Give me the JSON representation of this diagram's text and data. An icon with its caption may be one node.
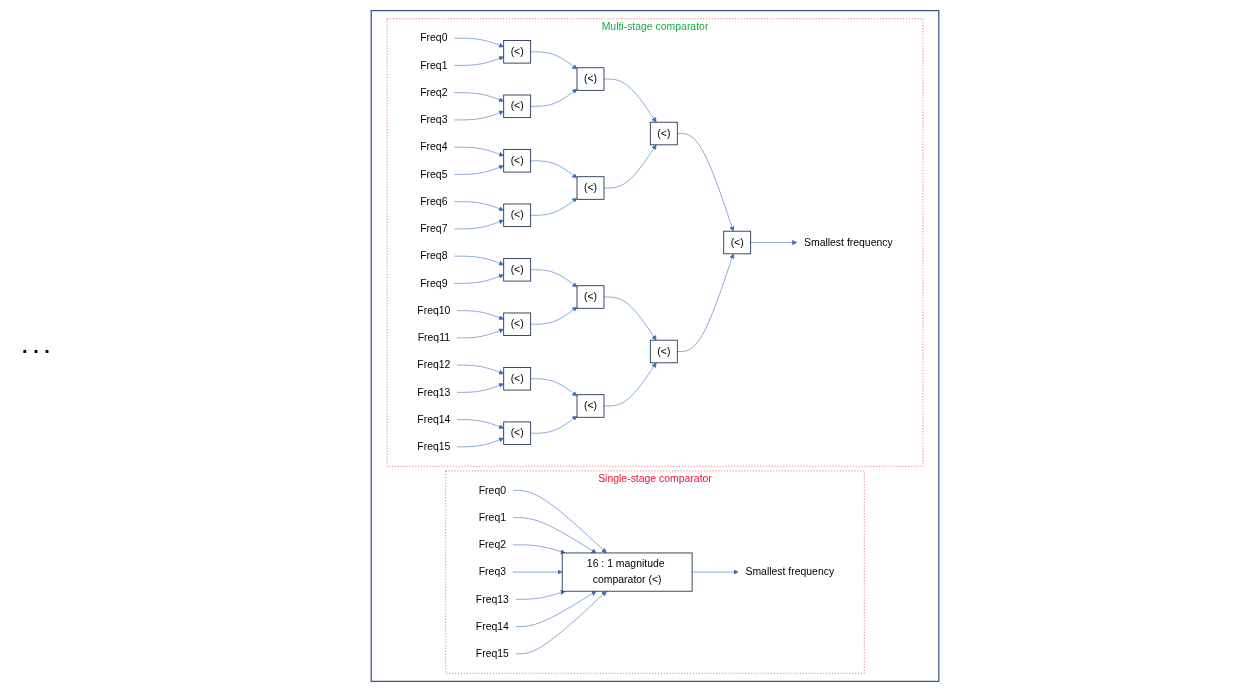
{
  "diagram": {
    "nodes": [
      {
        "text": [],
        "shape": "box"
      },
      {
        "text": [
          "Single-stage comparator"
        ],
        "in": 0
      },
      {
        "text": [
          "Multi-stage comparator"
        ],
        "in": 0
      },
      {
        "text": [
          "Freq0"
        ],
        "in": 1
      },
      {
        "text": [
          "Freq1"
        ],
        "in": 1
      },
      {
        "text": [
          "Freq2"
        ],
        "in": 1
      },
      {
        "text": [
          "Freq3"
        ],
        "in": 1
      },
      {
        "text": [
          "Freq13"
        ],
        "in": 1
      },
      {
        "text": [
          "Freq14"
        ],
        "in": 1
      },
      {
        "text": [
          "Freq15"
        ],
        "in": 1
      },
      {
        "text": [
          "16 : 1 magnitude comparator (<)"
        ],
        "in": 1
      },
      {
        "text": [
          "Smallest frequency"
        ],
        "in": 1
      },
      {
        "text": [
          "Freq0"
        ],
        "in": 2
      },
      {
        "text": [
          "Freq1"
        ],
        "in": 2
      },
      {
        "text": [
          "Freq2"
        ],
        "in": 2
      },
      {
        "text": [
          "Freq3"
        ],
        "in": 2
      },
      {
        "text": [
          "Freq4"
        ],
        "in": 2
      },
      {
        "text": [
          "Freq5"
        ],
        "in": 2
      },
      {
        "text": [
          "Freq6"
        ],
        "in": 2
      },
      {
        "text": [
          "Freq7"
        ],
        "in": 2
      },
      {
        "text": [
          "Freq8"
        ],
        "in": 2
      },
      {
        "text": [
          "Freq9"
        ],
        "in": 2
      },
      {
        "text": [
          "Freq10"
        ],
        "in": 2
      },
      {
        "text": [
          "Freq11"
        ],
        "in": 2
      },
      {
        "text": [
          "Freq12"
        ],
        "in": 2
      },
      {
        "text": [
          "Freq13"
        ],
        "in": 2
      },
      {
        "text": [
          "Freq14"
        ],
        "in": 2
      },
      {
        "text": [
          "Freq15"
        ],
        "in": 2
      },
      {
        "text": [
          "(<)"
        ],
        "in": 2
      },
      {
        "text": [
          "(<)"
        ],
        "in": 2
      },
      {
        "text": [
          "(<)"
        ],
        "in": 2
      },
      {
        "text": [
          "(<)"
        ],
        "in": 2
      },
      {
        "text": [
          "(<)"
        ],
        "in": 2
      },
      {
        "text": [
          "(<)"
        ],
        "in": 2
      },
      {
        "text": [
          "(<)"
        ],
        "in": 2
      },
      {
        "text": [
          "(<)"
        ],
        "in": 2
      },
      {
        "text": [
          "(<)"
        ],
        "in": 2
      },
      {
        "text": [
          "(<)"
        ],
        "in": 2
      },
      {
        "text": [
          "(<)"
        ],
        "in": 2
      },
      {
        "text": [
          "(<)"
        ],
        "in": 2
      },
      {
        "text": [
          "(<)"
        ],
        "in": 2
      },
      {
        "text": [
          "(<)"
        ],
        "in": 2
      },
      {
        "text": [
          "(<)"
        ],
        "in": 2
      },
      {
        "text": [
          "Smallest frequency"
        ],
        "in": 2
      }
    ],
    "edges": [
      {
        "from": 3,
        "to": 10,
        "arrow": "to"
      },
      {
        "from": 4,
        "to": 10,
        "arrow": "to"
      },
      {
        "from": 5,
        "to": 10,
        "arrow": "to"
      },
      {
        "from": 6,
        "to": 10,
        "arrow": "to"
      },
      {
        "from": 7,
        "to": 10,
        "arrow": "to"
      },
      {
        "from": 8,
        "to": 10,
        "arrow": "to"
      },
      {
        "from": 9,
        "to": 10,
        "arrow": "to"
      },
      {
        "from": 10,
        "to": 11,
        "arrow": "to"
      },
      {
        "from": 12,
        "to": 28,
        "arrow": "to"
      },
      {
        "from": 13,
        "to": 28,
        "arrow": "to"
      },
      {
        "from": 14,
        "to": 29,
        "arrow": "to"
      },
      {
        "from": 15,
        "to": 29,
        "arrow": "to"
      },
      {
        "from": 16,
        "to": 30,
        "arrow": "to"
      },
      {
        "from": 17,
        "to": 30,
        "arrow": "to"
      },
      {
        "from": 18,
        "to": 31,
        "arrow": "to"
      },
      {
        "from": 19,
        "to": 31,
        "arrow": "to"
      },
      {
        "from": 20,
        "to": 32,
        "arrow": "to"
      },
      {
        "from": 21,
        "to": 32,
        "arrow": "to"
      },
      {
        "from": 22,
        "to": 33,
        "arrow": "to"
      },
      {
        "from": 23,
        "to": 33,
        "arrow": "to"
      },
      {
        "from": 24,
        "to": 34,
        "arrow": "to"
      },
      {
        "from": 25,
        "to": 34,
        "arrow": "to"
      },
      {
        "from": 26,
        "to": 35,
        "arrow": "to"
      },
      {
        "from": 27,
        "to": 35,
        "arrow": "to"
      },
      {
        "from": 28,
        "to": 36,
        "arrow": "to"
      },
      {
        "from": 29,
        "to": 36,
        "arrow": "to"
      },
      {
        "from": 30,
        "to": 37,
        "arrow": "to"
      },
      {
        "from": 31,
        "to": 37,
        "arrow": "to"
      },
      {
        "from": 32,
        "to": 38,
        "arrow": "to"
      },
      {
        "from": 33,
        "to": 38,
        "arrow": "to"
      },
      {
        "from": 34,
        "to": 39,
        "arrow": "to"
      },
      {
        "from": 35,
        "to": 39,
        "arrow": "to"
      },
      {
        "from": 36,
        "to": 40,
        "arrow": "to"
      },
      {
        "from": 37,
        "to": 40,
        "arrow": "to"
      },
      {
        "from": 38,
        "to": 41,
        "arrow": "to"
      },
      {
        "from": 39,
        "to": 41,
        "arrow": "to"
      },
      {
        "from": 40,
        "to": 42,
        "arrow": "to"
      },
      {
        "from": 41,
        "to": 42,
        "arrow": "to"
      },
      {
        "from": 42,
        "to": 43,
        "arrow": "to"
      }
    ],
    "labels": [
      ". . ."
    ]
  }
}
